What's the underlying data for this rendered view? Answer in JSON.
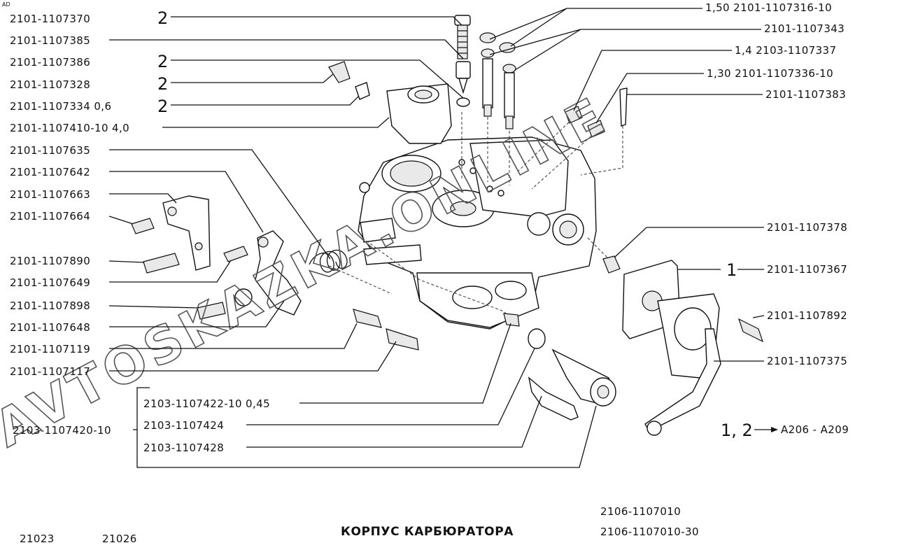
{
  "title": "КОРПУС КАРБЮРАТОРА",
  "corner_mark": "AD",
  "models": [
    "21023",
    "21026"
  ],
  "assemblies": [
    "2106-1107010",
    "2106-1107010-30"
  ],
  "watermark": "AVTOSKAZKA.ONLINE",
  "left_callouts": [
    {
      "code": "2101-1107370",
      "qty": "2"
    },
    {
      "code": "2101-1107385",
      "qty": ""
    },
    {
      "code": "2101-1107386",
      "qty": "2"
    },
    {
      "code": "2101-1107328",
      "qty": "2"
    },
    {
      "code": "2101-1107334  0,6",
      "qty": "2"
    },
    {
      "code": "2101-1107410-10  4,0",
      "qty": ""
    },
    {
      "code": "2101-1107635",
      "qty": ""
    },
    {
      "code": "2101-1107642",
      "qty": ""
    },
    {
      "code": "2101-1107663",
      "qty": ""
    },
    {
      "code": "2101-1107664",
      "qty": ""
    },
    {
      "code": "2101-1107890",
      "qty": ""
    },
    {
      "code": "2101-1107649",
      "qty": ""
    },
    {
      "code": "2101-1107898",
      "qty": ""
    },
    {
      "code": "2101-1107648",
      "qty": ""
    },
    {
      "code": "2101-1107119",
      "qty": ""
    },
    {
      "code": "2101-1107117",
      "qty": ""
    },
    {
      "code": "2103-1107420-10",
      "qty": ""
    }
  ],
  "bracket_callouts": [
    {
      "code": "2103-1107422-10  0,45"
    },
    {
      "code": "2103-1107424"
    },
    {
      "code": "2103-1107428"
    }
  ],
  "right_callouts": [
    {
      "code": "1,50  2101-1107316-10",
      "qty": ""
    },
    {
      "code": "2101-1107343",
      "qty": ""
    },
    {
      "code": "1,4  2103-1107337",
      "qty": ""
    },
    {
      "code": "1,30  2101-1107336-10",
      "qty": ""
    },
    {
      "code": "2101-1107383",
      "qty": ""
    },
    {
      "code": "2101-1107378",
      "qty": ""
    },
    {
      "code": "2101-1107367",
      "qty": "1"
    },
    {
      "code": "2101-1107892",
      "qty": ""
    },
    {
      "code": "2101-1107375",
      "qty": ""
    }
  ],
  "footnote": {
    "mark": "1, 2",
    "text": "A206 - A209"
  }
}
